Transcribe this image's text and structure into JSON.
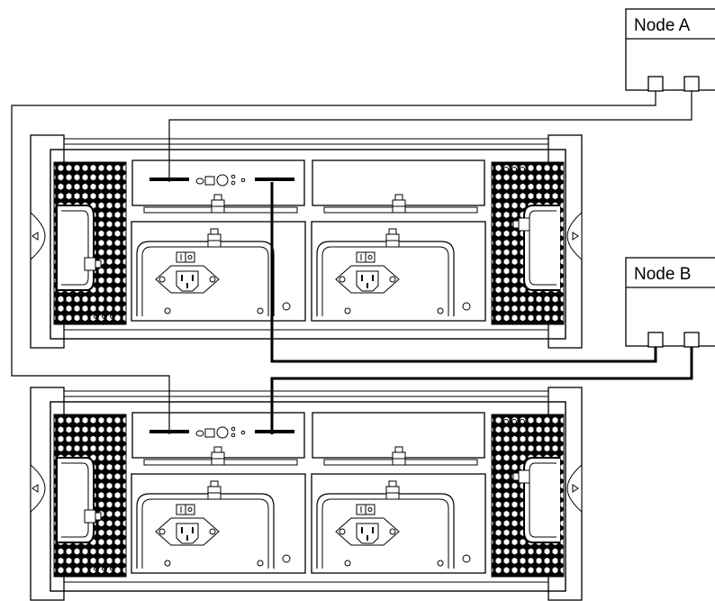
{
  "nodes": [
    {
      "id": "node-a",
      "label": "Node A"
    },
    {
      "id": "node-b",
      "label": "Node B"
    }
  ],
  "enclosures": [
    {
      "id": "enclosure-top"
    },
    {
      "id": "enclosure-bottom"
    }
  ],
  "cables": [
    {
      "id": "cable-node-a-port1-to-bottom-controller",
      "style": "thin"
    },
    {
      "id": "cable-node-a-port2-to-top-controller",
      "style": "thin"
    },
    {
      "id": "cable-node-b-port1-to-top-controller",
      "style": "thick"
    },
    {
      "id": "cable-node-b-port2-to-bottom-controller",
      "style": "thick"
    }
  ]
}
